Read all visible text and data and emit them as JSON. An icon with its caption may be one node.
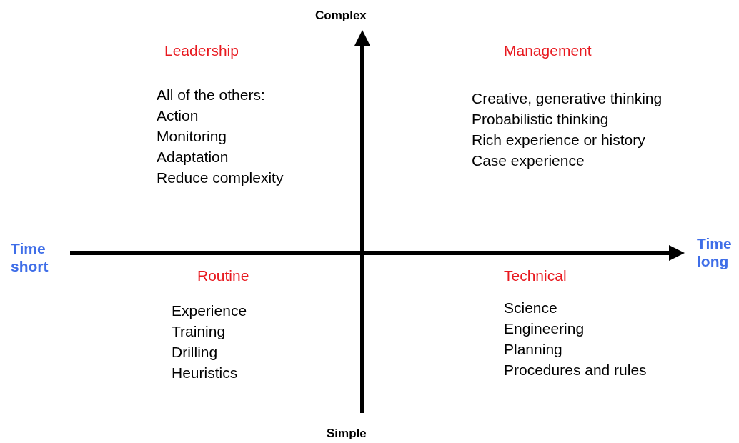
{
  "diagram": {
    "labels": [
      "Complex",
      "Leadership",
      "Management",
      "All of the others:",
      "Action",
      "Monitoring",
      "Adaptation",
      "Reduce complexity",
      "Creative, generative thinking",
      "Probabilistic thinking",
      "Rich experience or history",
      "Case experience",
      "Time short",
      "Time long",
      "Routine",
      "Technical",
      "Experience",
      "Training",
      "Drilling",
      "Heuristics",
      "Science",
      "Engineering",
      "Planning",
      "Procedures and rules",
      "Simple"
    ]
  }
}
